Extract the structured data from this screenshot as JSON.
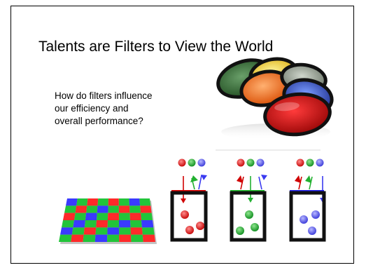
{
  "slide": {
    "title": "Talents are Filters to View the World",
    "question_lines": [
      "How do filters influence",
      "our efficiency and",
      "overall performance?"
    ]
  },
  "colors": {
    "red": "#ff2a2a",
    "green": "#22c43a",
    "blue": "#3a3aff",
    "border": "#000000"
  },
  "illustrations": {
    "filters_photo": "stack-of-colored-camera-filters",
    "pixel_grid": "rgb-checkerboard-sensor",
    "diagrams": [
      "red-filter-diagram",
      "green-filter-diagram",
      "blue-filter-diagram"
    ]
  }
}
